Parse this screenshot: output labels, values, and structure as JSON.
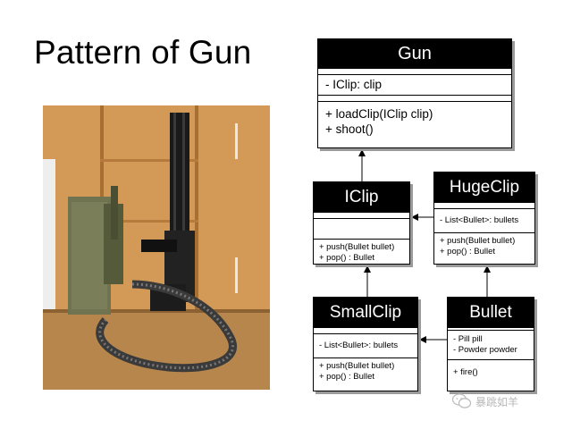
{
  "title": "Pattern of Gun",
  "classes": {
    "gun": {
      "name": "Gun",
      "attributes": [
        "- IClip: clip"
      ],
      "operations": [
        "+ loadClip(IClip clip)",
        "+ shoot()"
      ]
    },
    "iclip": {
      "name": "IClip",
      "attributes": [],
      "operations": [
        "+ push(Bullet  bullet)",
        "+ pop() : Bullet"
      ]
    },
    "hugeclip": {
      "name": "HugeClip",
      "attributes": [
        "- List<Bullet>: bullets"
      ],
      "operations": [
        "+ push(Bullet  bullet)",
        "+ pop() : Bullet"
      ]
    },
    "smallclip": {
      "name": "SmallClip",
      "attributes": [
        "- List<Bullet>: bullets"
      ],
      "operations": [
        "+ push(Bullet  bullet)",
        "+ pop() : Bullet"
      ]
    },
    "bullet": {
      "name": "Bullet",
      "attributes": [
        "- Pill pill",
        "- Powder powder"
      ],
      "operations": [
        "+ fire()"
      ]
    }
  },
  "watermark": "暴跳如羊"
}
